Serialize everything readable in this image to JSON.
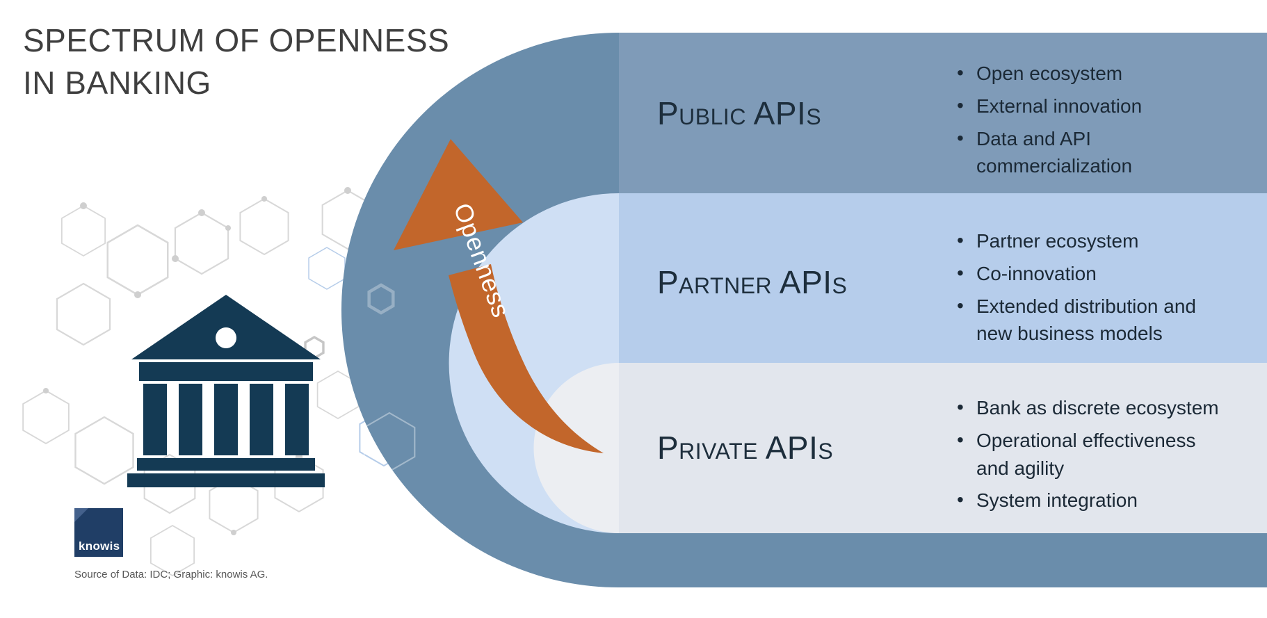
{
  "title": "SPECTRUM OF OPENNESS\nIN BANKING",
  "arrow_label": "Openness",
  "logo_text": "knowis",
  "source": "Source of Data: IDC; Graphic: knowis AG.",
  "bands": [
    {
      "label": "Public APIs",
      "bullets": [
        "Open ecosystem",
        "External innovation",
        "Data and API\ncommercialization"
      ]
    },
    {
      "label": "Partner APIs",
      "bullets": [
        "Partner ecosystem",
        "Co-innovation",
        "Extended distribution and\nnew business models"
      ]
    },
    {
      "label": "Private APIs",
      "bullets": [
        "Bank as discrete ecosystem",
        "Operational effectiveness\nand agility",
        "System integration"
      ]
    }
  ],
  "icons": {
    "bank": "bank-building-icon",
    "arrow": "curved-up-arrow-icon",
    "logo": "knowis-folded-square-logo",
    "background": "hexagon-network-pattern"
  },
  "colors": {
    "ring_outer": "#6a8dab",
    "band_public": "#7f9bb8",
    "ring_mid": "#cfdff4",
    "band_partner": "#b6cdeb",
    "ring_inner": "#eceef2",
    "band_private": "#e2e6ed",
    "arrow": "#c2662b",
    "bank": "#143a54",
    "logo_bg": "#203e66",
    "logo_fold": "#44618c",
    "title": "#3f3f3f",
    "text": "#1b2936",
    "label": "#1d2e3c",
    "source": "#575757",
    "hex_gray": "#d8d8d8",
    "hex_blue": "#b5cce9"
  }
}
